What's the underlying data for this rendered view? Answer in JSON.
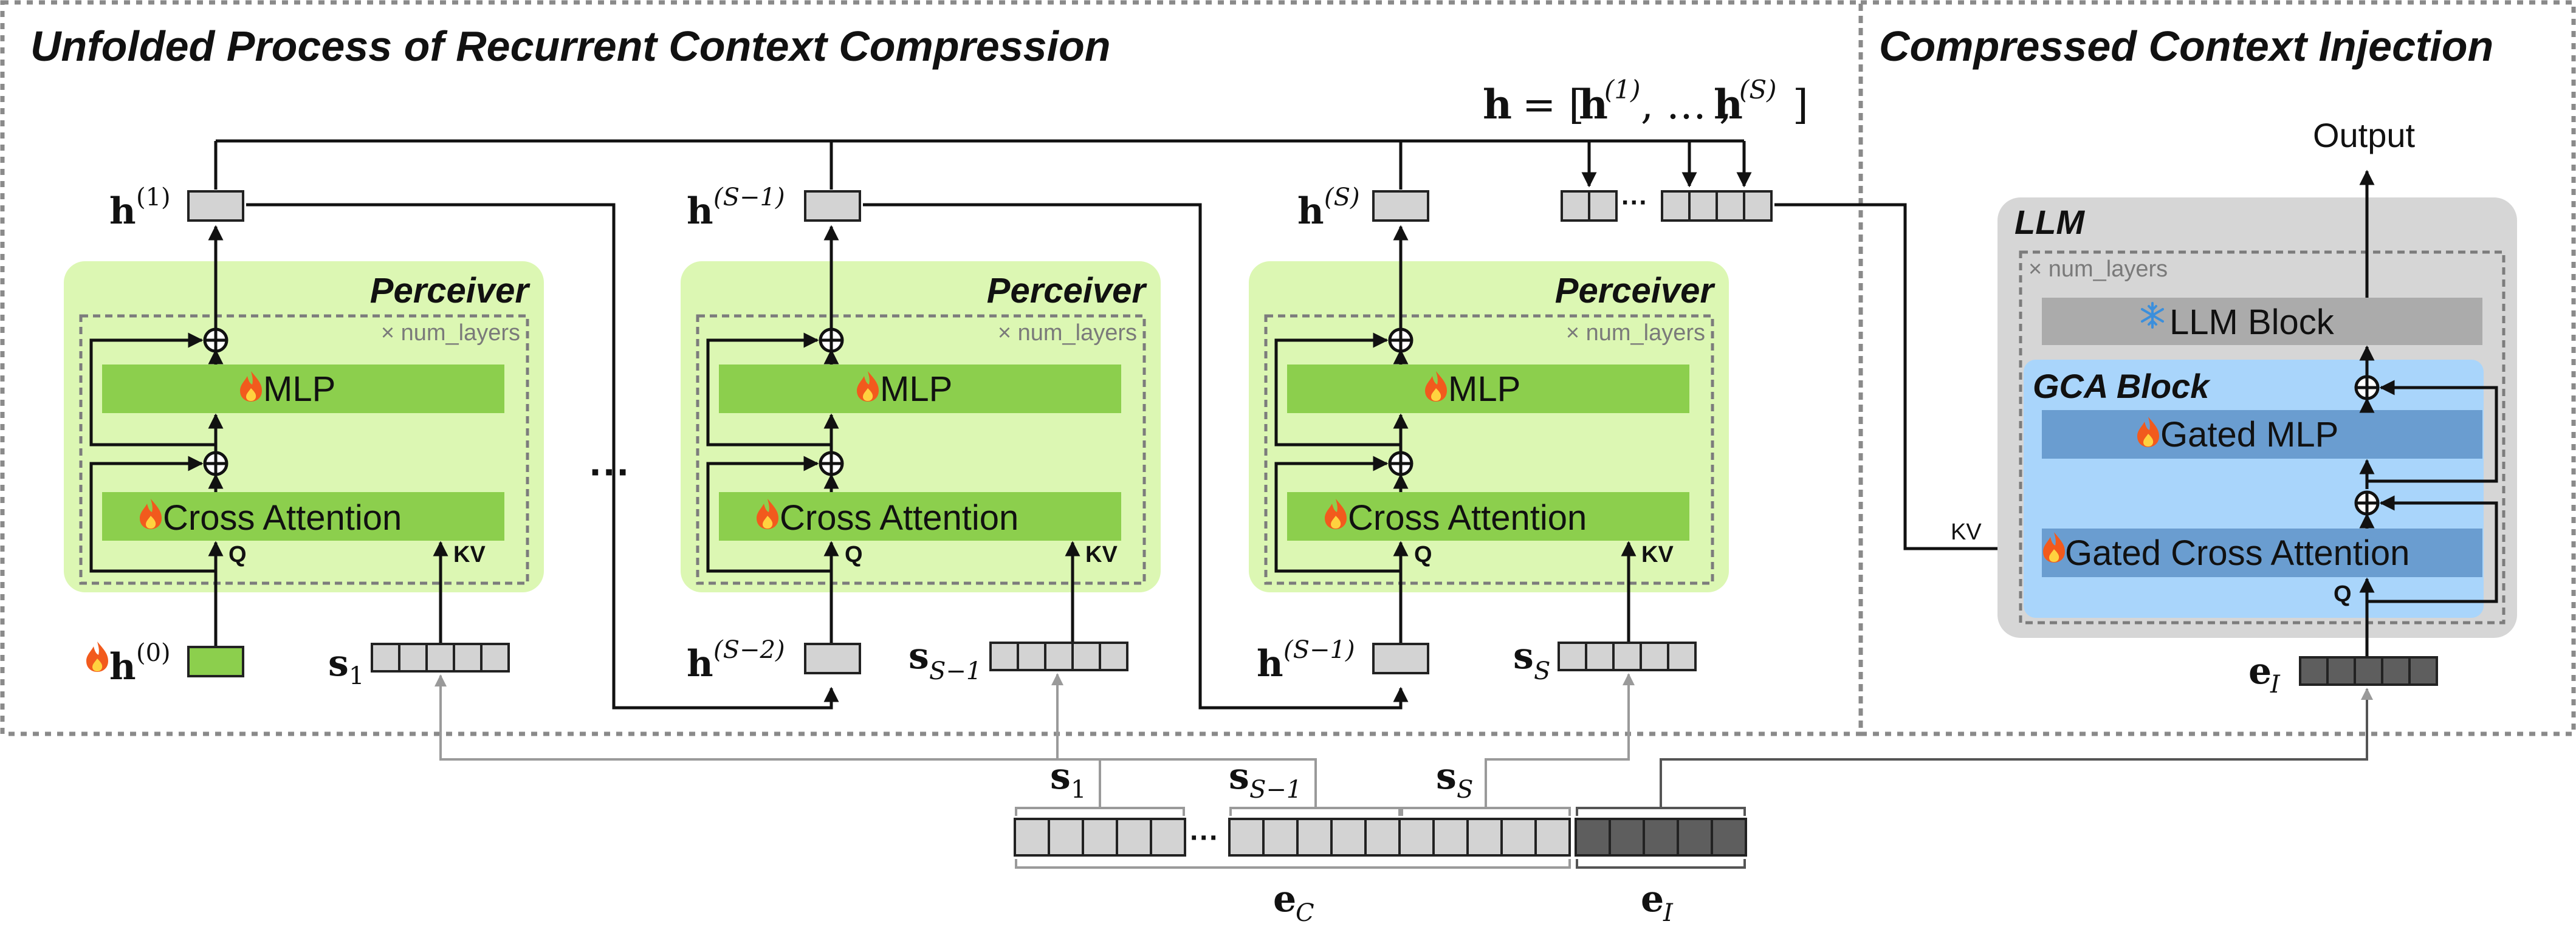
{
  "sections": {
    "left_title": "Unfolded Process of Recurrent Context Compression",
    "right_title": "Compressed Context Injection"
  },
  "perceiver": {
    "title": "Perceiver",
    "repeat": "× num_layers",
    "mlp": "MLP",
    "cross_attention": "Cross Attention",
    "q": "Q",
    "kv": "KV"
  },
  "states": {
    "h_bold": "h",
    "s_bold": "s",
    "e_bold": "e",
    "sup_1": "(1)",
    "sup_0": "(0)",
    "sup_s_minus_1": "(S−1)",
    "sup_s_minus_2": "(S−2)",
    "sup_s": "(S)",
    "sub_1": "1",
    "sub_s_minus_1": "S−1",
    "sub_s": "S",
    "sub_c": "C",
    "sub_i": "I",
    "ellipsis": "···",
    "small_ellipsis": "···",
    "concat_eq_open": "= [",
    "concat_comma": ", … ,",
    "concat_close": "]"
  },
  "llm": {
    "title": "LLM",
    "repeat": "× num_layers",
    "block": "LLM Block",
    "output": "Output",
    "kv": "KV",
    "q": "Q"
  },
  "gca": {
    "title": "GCA Block",
    "gated_mlp": "Gated MLP",
    "gated_cross_attention": "Gated Cross Attention"
  },
  "icons": {
    "trainable": "fire-icon",
    "frozen": "snowflake-icon",
    "residual_add": "circled-plus-icon"
  },
  "colors": {
    "perceiver_bg": "#dcf7b3",
    "perceiver_block": "#8ccf4d",
    "llm_bg": "#d6d6d6",
    "llm_block": "#ababab",
    "gca_bg": "#a9d5fb",
    "gca_block": "#6a9dd0",
    "token_light": "#d3d3d3",
    "token_dark": "#5e5e5e",
    "token_green": "#8ccf4d"
  }
}
